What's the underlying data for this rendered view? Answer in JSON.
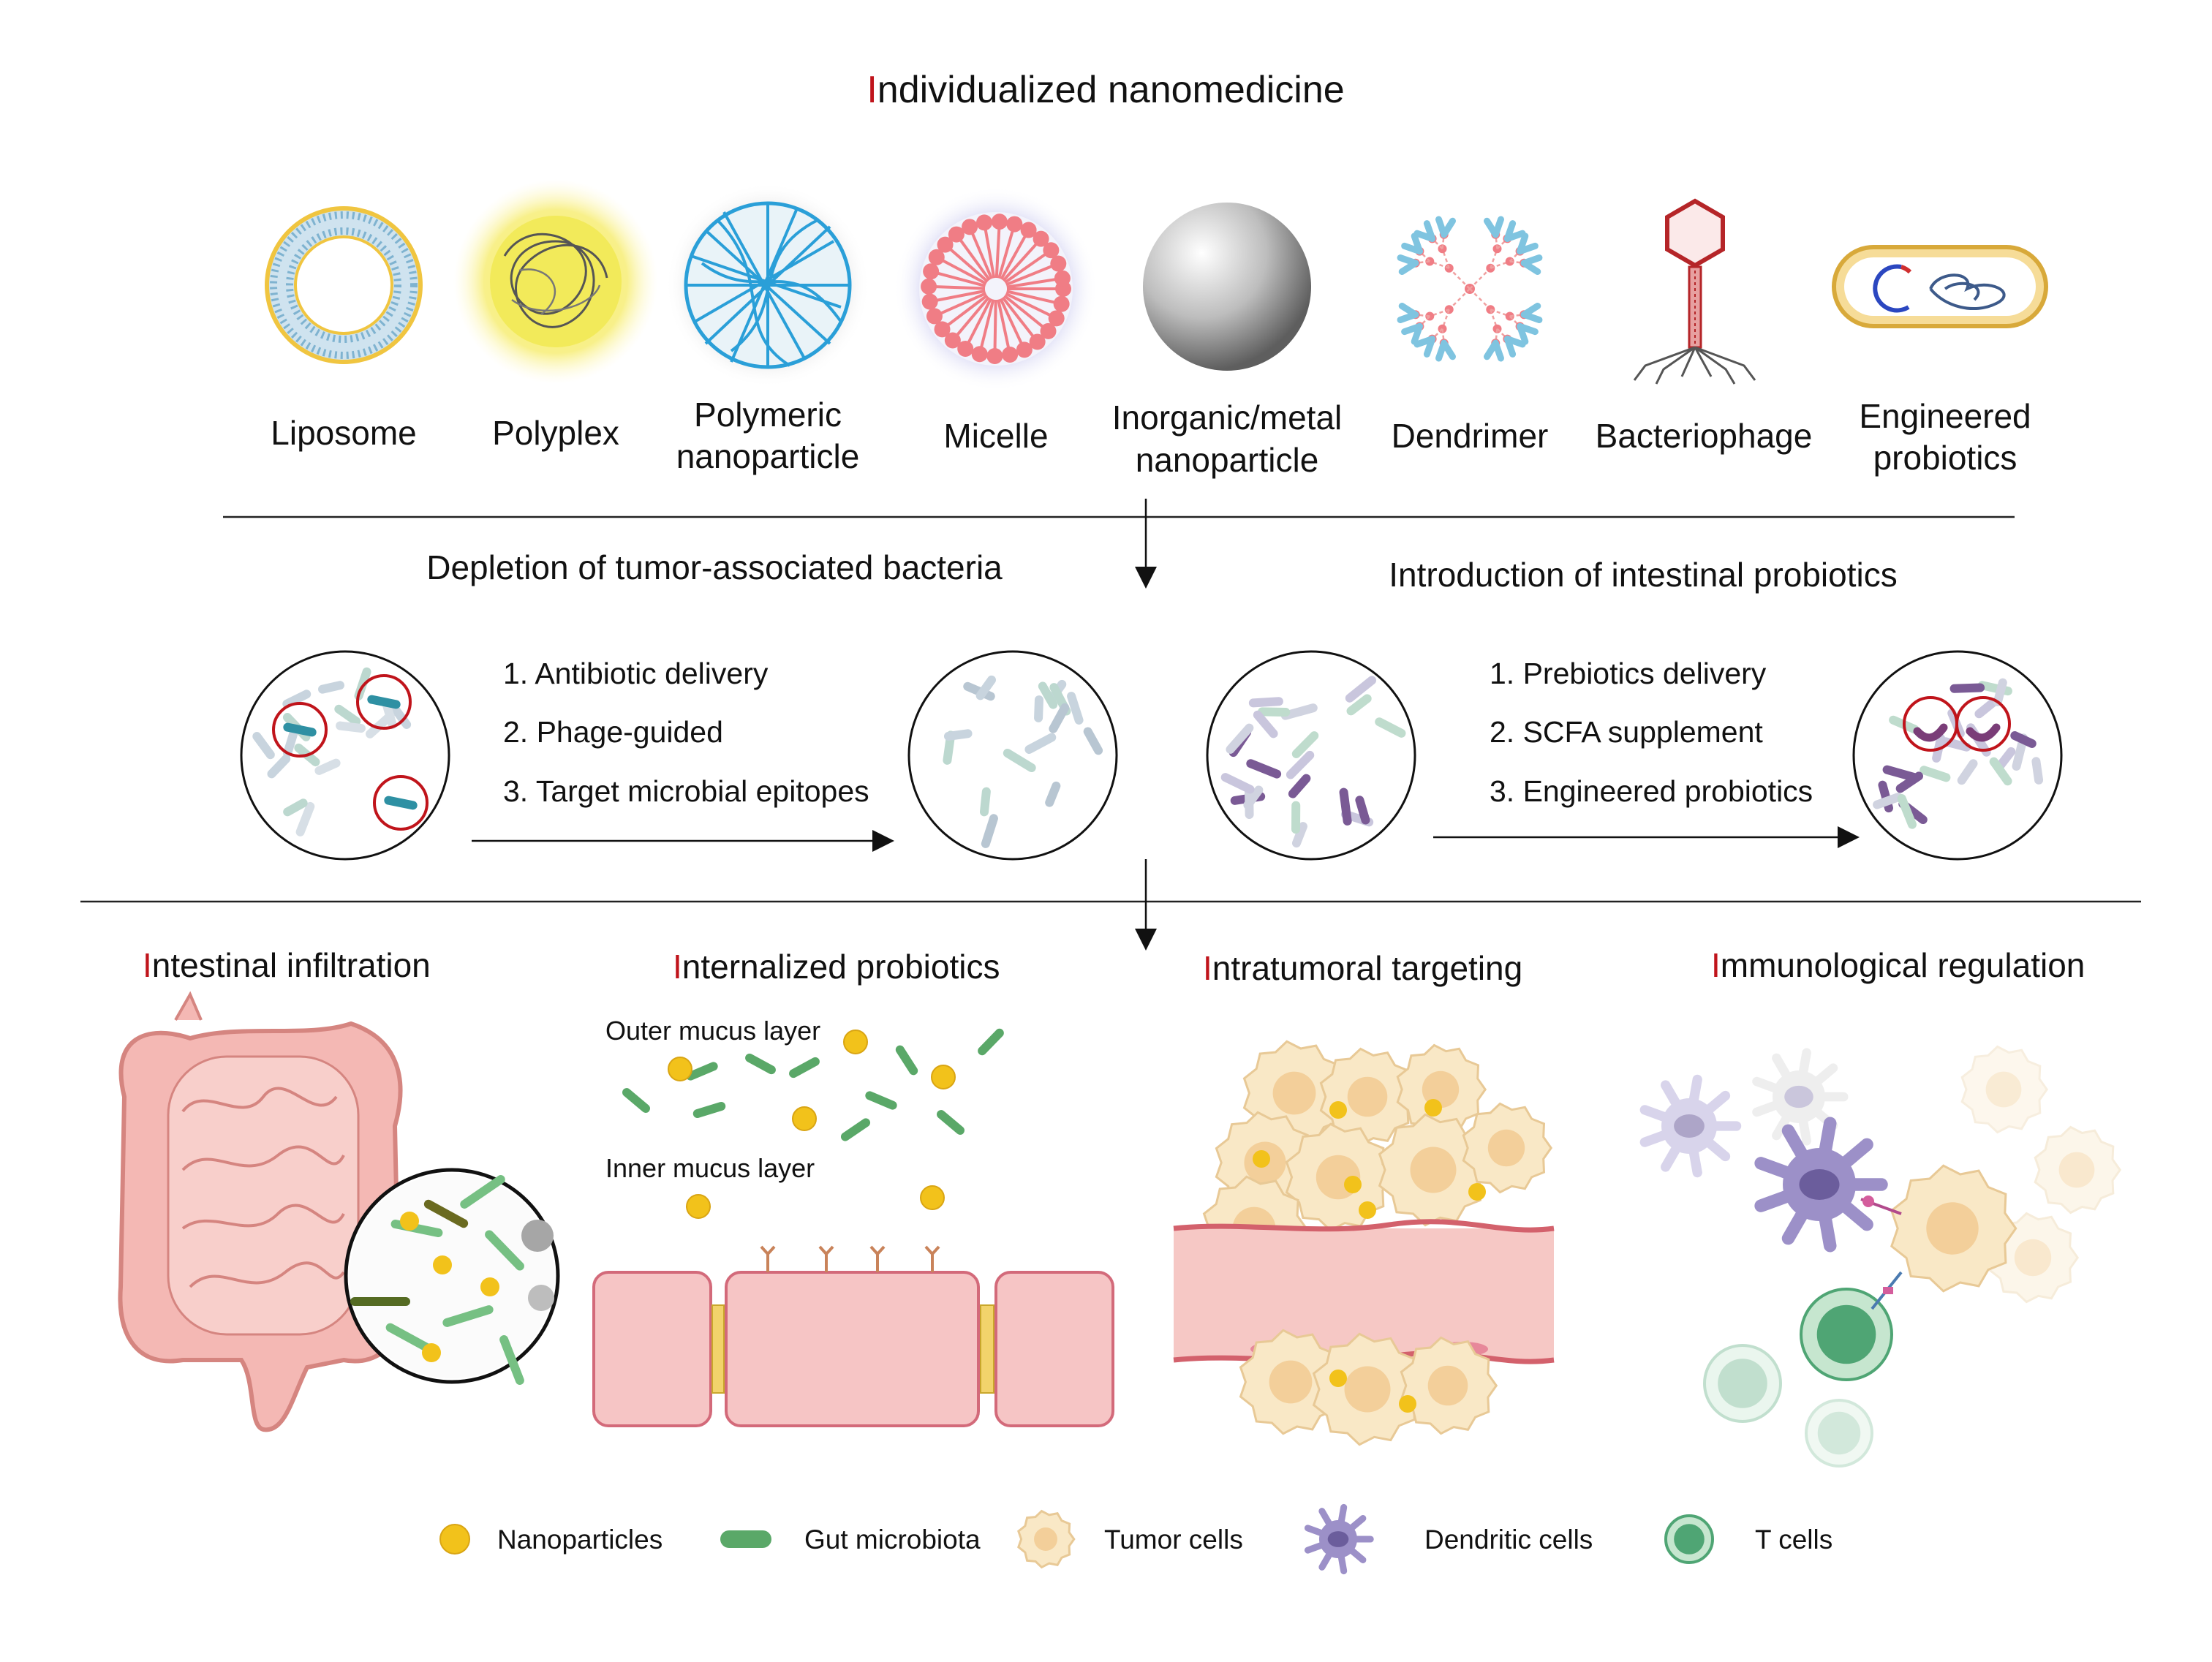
{
  "title": {
    "initial": "I",
    "rest": "ndividualized nanomedicine"
  },
  "nanoparticles": [
    {
      "id": "liposome",
      "lines": [
        "Liposome"
      ]
    },
    {
      "id": "polyplex",
      "lines": [
        "Polyplex"
      ]
    },
    {
      "id": "polymeric",
      "lines": [
        "Polymeric",
        "nanoparticle"
      ]
    },
    {
      "id": "micelle",
      "lines": [
        "Micelle"
      ]
    },
    {
      "id": "inorganic",
      "lines": [
        "Inorganic/metal",
        "nanoparticle"
      ]
    },
    {
      "id": "dendrimer",
      "lines": [
        "Dendrimer"
      ]
    },
    {
      "id": "bacteriophage",
      "lines": [
        "Bacteriophage"
      ]
    },
    {
      "id": "probiotics",
      "lines": [
        "Engineered",
        "probiotics"
      ]
    }
  ],
  "strategies": {
    "depletion": {
      "title": "Depletion of tumor-associated bacteria",
      "steps": [
        "1. Antibiotic delivery",
        "2. Phage-guided",
        "3. Target microbial epitopes"
      ]
    },
    "introduction": {
      "title": "Introduction of intestinal probiotics",
      "steps": [
        "1. Prebiotics delivery",
        "2. SCFA supplement",
        "3. Engineered probiotics"
      ]
    }
  },
  "mechanisms": [
    {
      "id": "intestinal",
      "initial": "I",
      "rest": "ntestinal infiltration"
    },
    {
      "id": "internalized",
      "initial": "I",
      "rest": "nternalized probiotics"
    },
    {
      "id": "intratumoral",
      "initial": "I",
      "rest": "ntratumoral targeting"
    },
    {
      "id": "immunological",
      "initial": "I",
      "rest": "mmunological regulation"
    }
  ],
  "mucus": {
    "outer": "Outer mucus layer",
    "inner": "Inner mucus layer"
  },
  "legend": [
    {
      "icon": "nanoparticle-icon",
      "label": "Nanoparticles"
    },
    {
      "icon": "gut-microbiota-icon",
      "label": "Gut microbiota"
    },
    {
      "icon": "tumor-cell-icon",
      "label": "Tumor cells"
    },
    {
      "icon": "dendritic-cell-icon",
      "label": "Dendritic cells"
    },
    {
      "icon": "t-cell-icon",
      "label": "T cells"
    }
  ],
  "colors": {
    "accent_red": "#c0141b",
    "nanoparticle_yellow": "#f2c21b",
    "microbiota_green": "#5aa868",
    "tumor_cell": "#f6e2b8",
    "dendritic_cell": "#9c90c8",
    "t_cell": "#4fa574",
    "tissue_pink": "#f3c2c2"
  }
}
